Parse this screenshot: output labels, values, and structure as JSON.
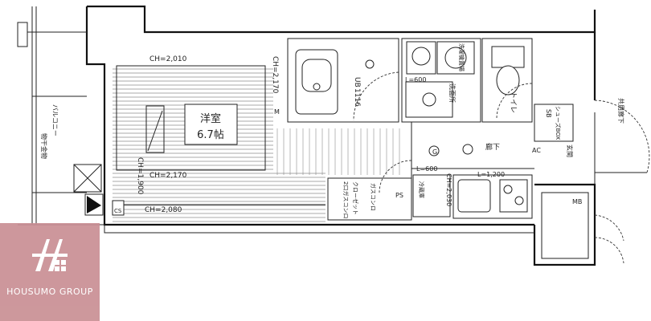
{
  "rooms": {
    "main_room_name": "洋室",
    "main_room_size": "6.7帖",
    "balcony": "バルコニー",
    "storage_outdoor": "物干金物",
    "unit_bath": "1116",
    "unit_bath_prefix": "UB",
    "washroom": "洗面所",
    "washer": "洗濯機置場",
    "toilet": "トイレ",
    "shoes": "SB",
    "shoes_label": "シューズBOX",
    "hallway": "廊下",
    "entrance": "玄関",
    "common_corridor": "共用廊下",
    "kitchen_storage": "2口ガスコンロ",
    "kitchen_label": "ガスコンロ",
    "closet": "クローゼット",
    "fridge": "冷蔵庫",
    "ps": "PS",
    "mb": "MB",
    "ac_label": "AC",
    "g_label": "G",
    "m_label": "M",
    "cs_label": "CS"
  },
  "dimensions": {
    "ch_2010": "CH=2,010",
    "ch_2170_top": "CH=2,170",
    "ch_2170_mid": "CH=2,170",
    "ch_1900": "CH=1,900",
    "ch_2080": "CH=2,080",
    "ch_2030": "CH=2,030",
    "l_600_top": "L=600",
    "l_600_mid": "L=600",
    "l_1200": "L=1,200"
  },
  "brand": {
    "name": "HOUSUMO GROUP",
    "color": "#c98f94"
  }
}
